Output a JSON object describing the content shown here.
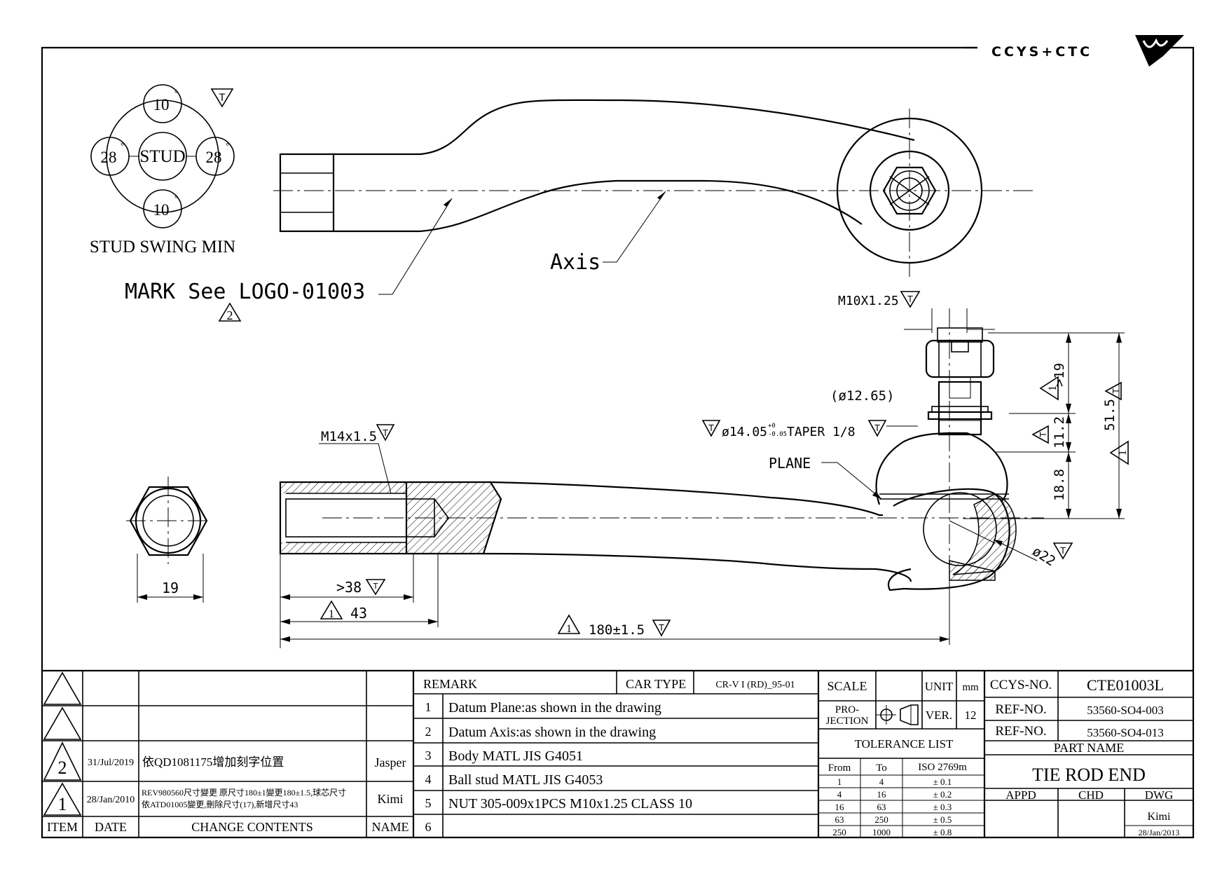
{
  "logo": {
    "text": "CCYS+CTC"
  },
  "stud_swing": {
    "center": "STUD",
    "top": "10",
    "bottom": "10",
    "left": "28",
    "right": "28",
    "degree": "°",
    "caption": "STUD SWING MIN",
    "flag": "T"
  },
  "top_view": {
    "axis_label": "Axis",
    "mark_label": "MARK See LOGO-01003",
    "mark_rev": "2"
  },
  "side_view": {
    "thread_spec": "M14x1.5",
    "hex_width": "19",
    "depth_min": ">38",
    "length_43": "43",
    "overall_length": "180±1.5",
    "stud_thread": "M10X1.25",
    "stud_diam": "(ø12.65)",
    "taper_pre": "ø14.05",
    "taper_tol_up": "+0",
    "taper_tol_dn": "-0.05",
    "taper_post": "TAPER 1/8",
    "plane_label": "PLANE",
    "dim_19": ">19",
    "dim_112": "11.2",
    "dim_515": "51.5",
    "dim_188": "18.8",
    "ball_diam": "ø22",
    "flag": "T",
    "rev1": "1"
  },
  "revisions": {
    "header": {
      "item": "ITEM",
      "date": "DATE",
      "contents": "CHANGE CONTENTS",
      "name": "NAME"
    },
    "rows": [
      {
        "item": "",
        "date": "",
        "contents": "",
        "name": ""
      },
      {
        "item": "",
        "date": "",
        "contents": "",
        "name": ""
      },
      {
        "item": "2",
        "date": "31/Jul/2019",
        "contents": "依QD1081175增加刻字位置",
        "name": "Jasper"
      },
      {
        "item": "1",
        "date": "28/Jan/2010",
        "contents1": "REV980560尺寸變更 原尺寸180±1變更180±1.5,球芯尺寸",
        "contents2": "依ATD01005變更,刪除尺寸(17),新增尺寸43",
        "name": "Kimi"
      }
    ]
  },
  "remarks": {
    "header": "REMARK",
    "car_type_label": "CAR TYPE",
    "car_type": "CR-V I (RD)_95-01",
    "items": [
      {
        "no": "1",
        "text": "Datum Plane:as shown in the drawing"
      },
      {
        "no": "2",
        "text": "Datum Axis:as shown in the drawing"
      },
      {
        "no": "3",
        "text": "Body MATL JIS G4051"
      },
      {
        "no": "4",
        "text": "Ball stud MATL JIS G4053"
      },
      {
        "no": "5",
        "text": "NUT 305-009x1PCS M10x1.25 CLASS 10"
      },
      {
        "no": "6",
        "text": ""
      }
    ]
  },
  "info": {
    "scale_label": "SCALE",
    "unit_label": "UNIT",
    "unit": "mm",
    "projection_label1": "PRO-",
    "projection_label2": "JECTION",
    "ver_label": "VER.",
    "ver": "12",
    "tolerance_title": "TOLERANCE LIST",
    "tol_headers": [
      "From",
      "To",
      "ISO 2769m"
    ],
    "tolerances": [
      [
        "1",
        "4",
        "± 0.1"
      ],
      [
        "4",
        "16",
        "± 0.2"
      ],
      [
        "16",
        "63",
        "± 0.3"
      ],
      [
        "63",
        "250",
        "± 0.5"
      ],
      [
        "250",
        "1000",
        "± 0.8"
      ]
    ]
  },
  "title_block": {
    "ccys_no_label": "CCYS-NO.",
    "ccys_no": "CTE01003L",
    "ref1_label": "REF-NO.",
    "ref1": "53560-SO4-003",
    "ref2_label": "REF-NO.",
    "ref2": "53560-SO4-013",
    "part_name_label": "PART NAME",
    "part_name": "TIE ROD END",
    "appd": "APPD",
    "chd": "CHD",
    "dwg": "DWG",
    "dwg_by": "Kimi",
    "dwg_date": "28/Jan/2013"
  }
}
